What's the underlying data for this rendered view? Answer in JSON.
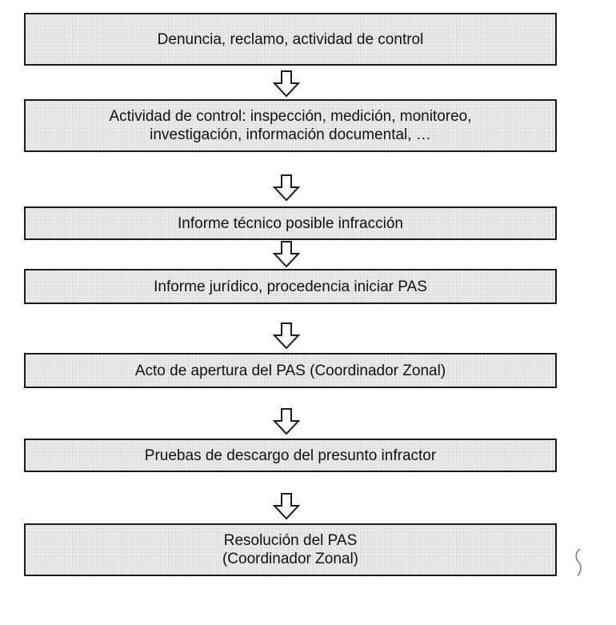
{
  "diagram": {
    "steps": [
      {
        "label": "Denuncia, reclamo, actividad de control"
      },
      {
        "label": "Actividad de control: inspección, medición, monitoreo,\ninvestigación, información documental, …"
      },
      {
        "label": "Informe técnico posible infracción"
      },
      {
        "label": "Informe jurídico, procedencia iniciar PAS"
      },
      {
        "label": "Acto de apertura del PAS (Coordinador Zonal)"
      },
      {
        "label": "Pruebas de descargo del presunto infractor"
      },
      {
        "label": "Resolución del PAS\n(Coordinador Zonal)"
      }
    ],
    "arrow_icon": "hollow-down-arrow-icon",
    "colors": {
      "box_fill": "#ececec",
      "border": "#1a1a1a",
      "text": "#111111"
    }
  }
}
